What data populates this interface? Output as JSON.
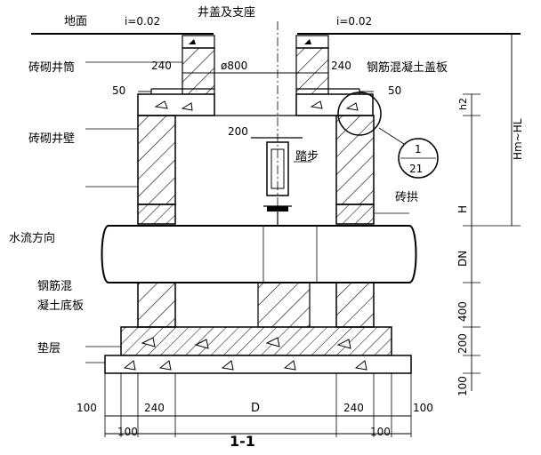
{
  "labels": {
    "ground": "地面",
    "slope_left": "i=0.02",
    "slope_right": "i=0.02",
    "cover_seat": "井盖及支座",
    "brick_shaft": "砖砌井筒",
    "rc_cover_slab": "钢筋混凝土盖板",
    "brick_wall": "砖砌井壁",
    "step": "踏步",
    "brick_arch": "砖拱",
    "flow_direction": "水流方向",
    "rc_base_line1": "钢筋混",
    "rc_base_line2": "凝土底板",
    "cushion": "垫层",
    "section_title": "1-1"
  },
  "dimensions": {
    "shaft_wall_left": "240",
    "shaft_diameter": "ø800",
    "shaft_wall_right": "240",
    "offset_left": "50",
    "offset_right": "50",
    "step_spacing": "200",
    "h2": "h2",
    "hm_hl": "Hm~HL",
    "H": "H",
    "DN": "DN",
    "pipe_clear": "400",
    "base_thickness": "200",
    "cushion_thickness": "100",
    "bottom_100_a": "100",
    "bottom_240_left": "240",
    "bottom_D": "D",
    "bottom_240_right": "240",
    "bottom_100_b": "100",
    "lower_100_left": "100",
    "lower_100_right": "100"
  },
  "detail_callout": {
    "number": "1",
    "sheet": "21"
  }
}
